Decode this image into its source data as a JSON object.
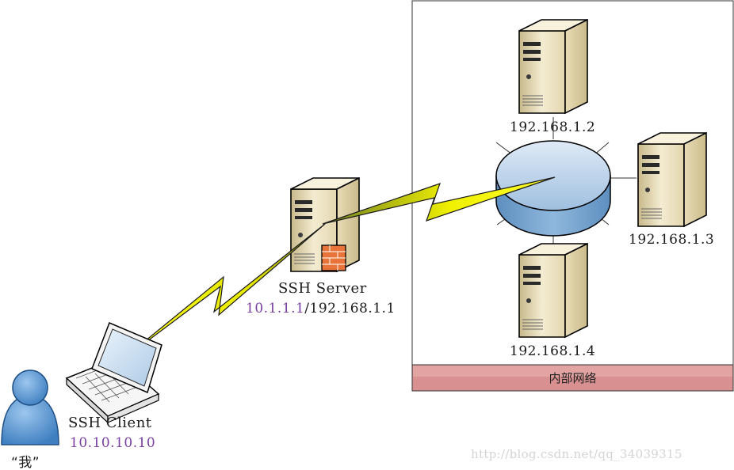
{
  "internal_network": {
    "label": "内部网络",
    "servers": [
      {
        "ip": "192.168.1.2"
      },
      {
        "ip": "192.168.1.3"
      },
      {
        "ip": "192.168.1.4"
      }
    ]
  },
  "ssh_server": {
    "name": "SSH Server",
    "ip_external": "10.1.1.1",
    "separator": "/",
    "ip_internal": "192.168.1.1"
  },
  "ssh_client": {
    "name": "SSH Client",
    "ip": "10.10.10.10"
  },
  "user": {
    "label": "“我”"
  },
  "watermark": "http://blog.csdn.net/qq_34039315",
  "colors": {
    "ip_accent": "#7a3fa0",
    "lightning": "#f2f000",
    "hub": "#a8c8e8",
    "network_bar": "#d98f8f",
    "server_body": "#efe6c8",
    "user": "#4f8fcf"
  }
}
